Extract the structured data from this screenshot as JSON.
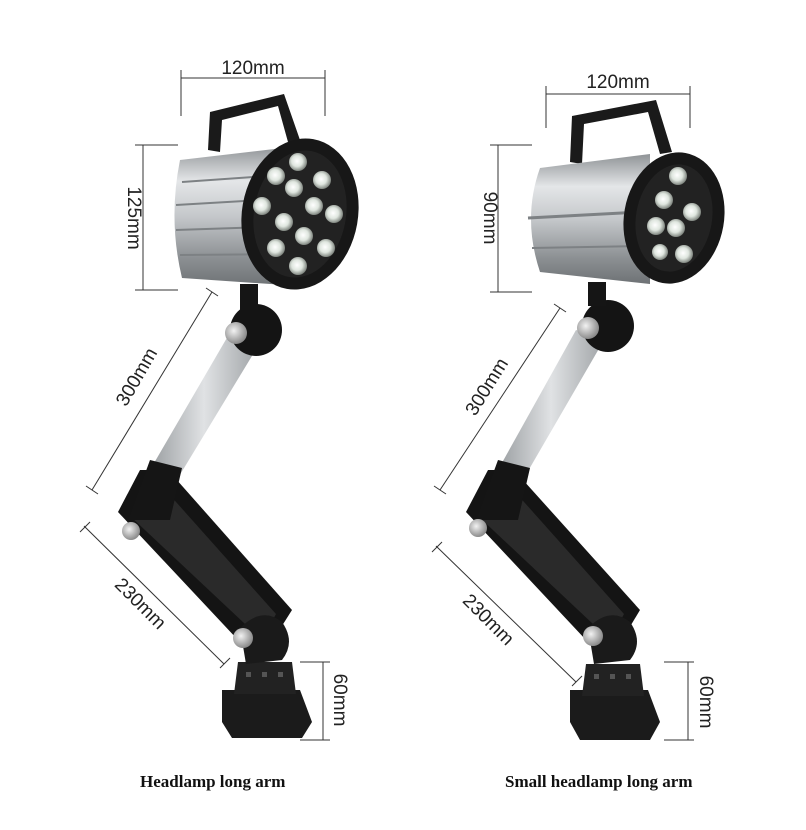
{
  "lamps": [
    {
      "caption": "Headlamp long arm",
      "dims": {
        "width": "120mm",
        "height": "125mm",
        "upper_arm": "300mm",
        "lower_arm": "230mm",
        "base": "60mm"
      }
    },
    {
      "caption": "Small headlamp long arm",
      "dims": {
        "width": "120mm",
        "height": "90mm",
        "upper_arm": "300mm",
        "lower_arm": "230mm",
        "base": "60mm"
      }
    }
  ],
  "colors": {
    "housing": "#b8bcc0",
    "black_parts": "#151515",
    "arm_metal": "#c6c9cc",
    "led": "#e9efe9",
    "dimension_lines": "#333333"
  }
}
